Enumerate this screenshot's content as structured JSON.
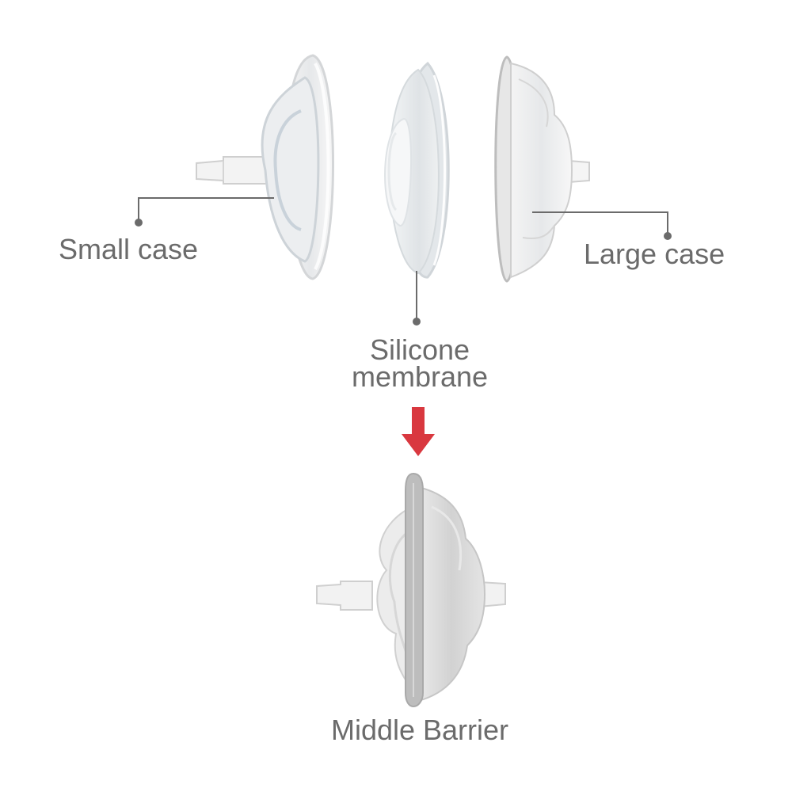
{
  "labels": {
    "small_case": "Small case",
    "large_case": "Large case",
    "membrane_line1": "Silicone",
    "membrane_line2": "membrane",
    "middle_barrier": "Middle Barrier"
  },
  "colors": {
    "label_text": "#6b6b6b",
    "leader_line": "#6b6b6b",
    "arrow": "#d9383f"
  }
}
